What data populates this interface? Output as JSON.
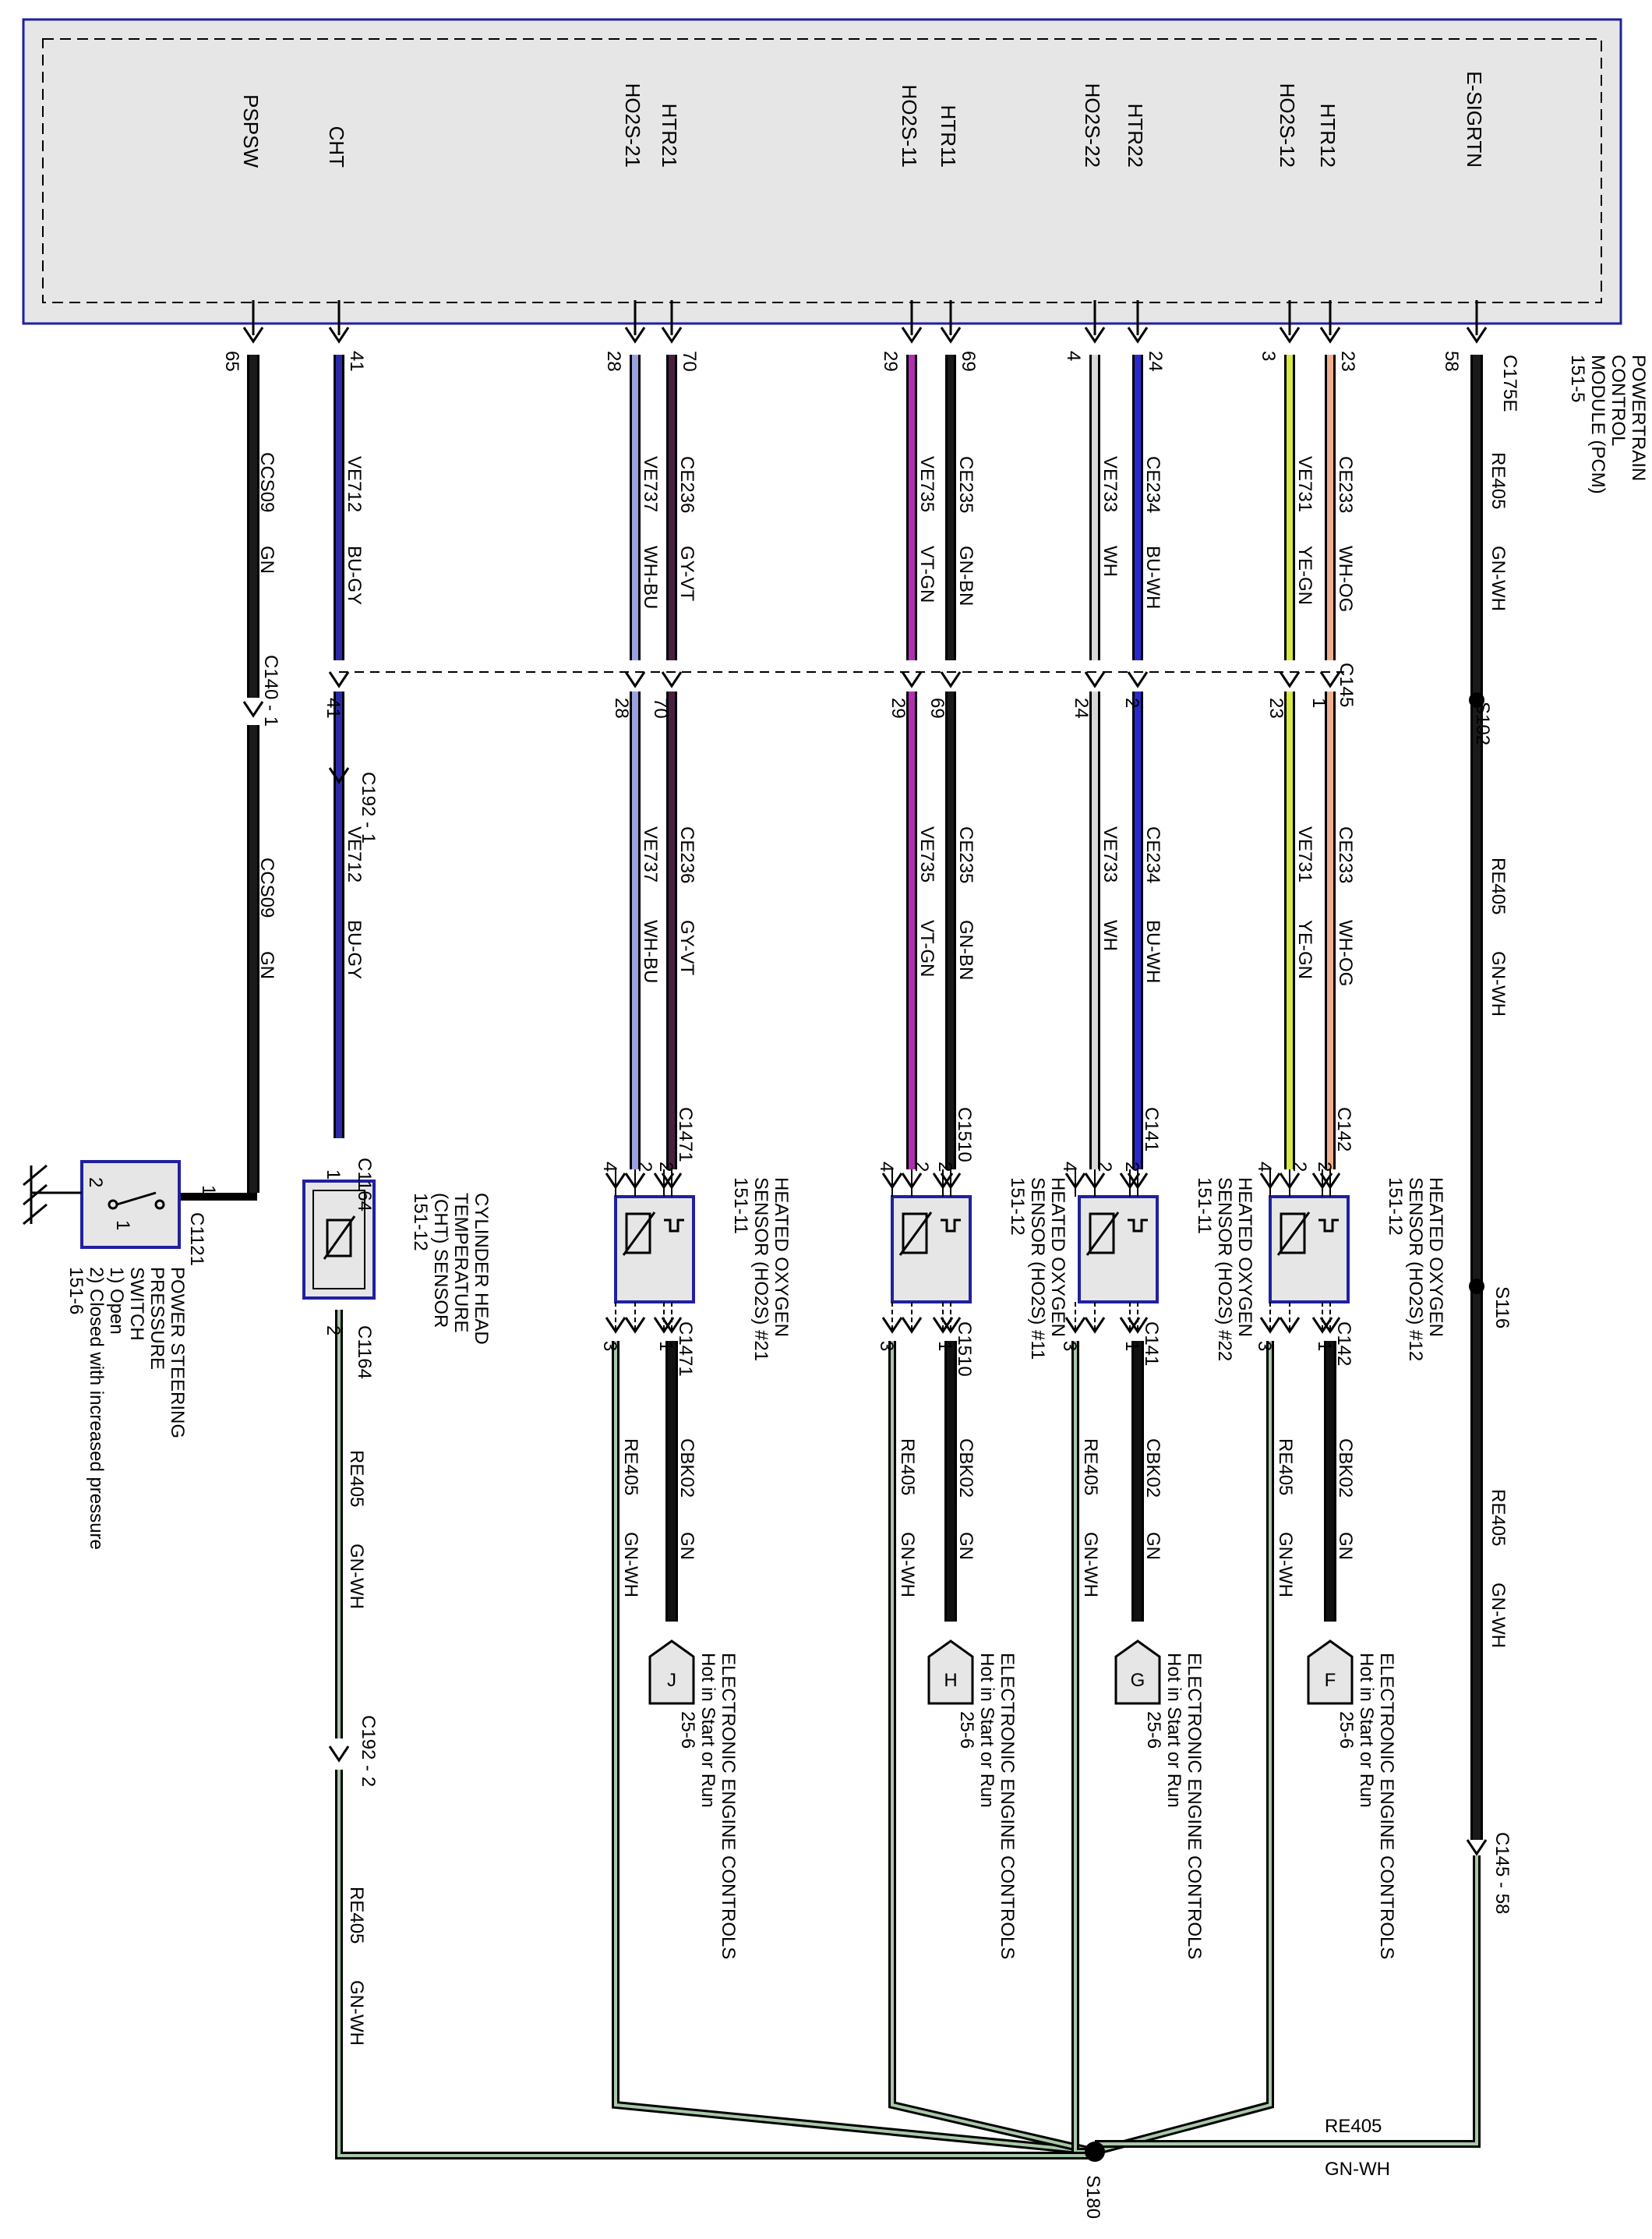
{
  "pcm": {
    "pins": [
      {
        "name": "PSPSW",
        "pin": "65"
      },
      {
        "name": "CHT",
        "pin": "41"
      },
      {
        "name": "HO2S-21",
        "pin": "28"
      },
      {
        "name": "HTR21",
        "pin": "70"
      },
      {
        "name": "HO2S-11",
        "pin": "29"
      },
      {
        "name": "HTR11",
        "pin": "69"
      },
      {
        "name": "HO2S-22",
        "pin": "4"
      },
      {
        "name": "HTR22",
        "pin": "24"
      },
      {
        "name": "HO2S-12",
        "pin": "3"
      },
      {
        "name": "HTR12",
        "pin": "23"
      },
      {
        "name": "E-SIGRTN",
        "pin": "58"
      }
    ],
    "label_lines": [
      "POWERTRAIN",
      "CONTROL",
      "MODULE (PCM)",
      "151-5"
    ],
    "connector": "C175E"
  },
  "wires_upper": [
    {
      "circuit": "CCS09",
      "color": "GN",
      "hex": "#1a1a1a"
    },
    {
      "circuit": "VE712",
      "color": "BU-GY",
      "hex": "#2a2aa8"
    },
    {
      "circuit": "VE737",
      "color": "WH-BU",
      "hex": "#9aa0e0"
    },
    {
      "circuit": "CE236",
      "color": "GY-VT",
      "hex": "#4a2040"
    },
    {
      "circuit": "VE735",
      "color": "VT-GN",
      "hex": "#b030b0"
    },
    {
      "circuit": "CE235",
      "color": "GN-BN",
      "hex": "#1a1a1a"
    },
    {
      "circuit": "VE733",
      "color": "WH",
      "hex": "#d8d8d8"
    },
    {
      "circuit": "CE234",
      "color": "BU-WH",
      "hex": "#2a2acc"
    },
    {
      "circuit": "VE731",
      "color": "YE-GN",
      "hex": "#d8e840"
    },
    {
      "circuit": "CE233",
      "color": "WH-OG",
      "hex": "#f0b090"
    },
    {
      "circuit": "RE405",
      "color": "GN-WH",
      "hex": "#1a1a1a"
    }
  ],
  "connectors": {
    "c140": "C140 - 1",
    "c145": "C145",
    "c192_1": "C192 - 1",
    "c192_2": "C192 - 2",
    "c145_58": "C145 - 58",
    "s102": "S102",
    "s116": "S116",
    "s180": "S180",
    "c1164": "C1164",
    "c1471": "C1471",
    "c1510": "C1510",
    "c141": "C141",
    "c142": "C142",
    "c1121": "C1121"
  },
  "pins_c145": [
    "41",
    "28",
    "70",
    "29",
    "69",
    "24",
    "2",
    "23",
    "1"
  ],
  "sensors": [
    {
      "id": "ps",
      "lines": [
        "POWER STEERING",
        "PRESSURE",
        "SWITCH",
        "1) Open",
        "2) Closed with increased pressure",
        "151-6"
      ]
    },
    {
      "id": "cht",
      "lines": [
        "CYLINDER HEAD",
        "TEMPERATURE",
        "(CHT) SENSOR",
        "151-12"
      ]
    },
    {
      "id": "ho2s21",
      "lines": [
        "HEATED OXYGEN",
        "SENSOR (HO2S) #21",
        "151-11"
      ]
    },
    {
      "id": "ho2s11",
      "lines": [
        "HEATED OXYGEN",
        "SENSOR (HO2S) #11",
        "151-12"
      ]
    },
    {
      "id": "ho2s22",
      "lines": [
        "HEATED OXYGEN",
        "SENSOR (HO2S) #22",
        "151-11"
      ]
    },
    {
      "id": "ho2s12",
      "lines": [
        "HEATED OXYGEN",
        "SENSOR (HO2S) #12",
        "151-12"
      ]
    }
  ],
  "pin_numbers": [
    "1",
    "2",
    "3",
    "4"
  ],
  "lower_wires": {
    "ground": "CBK02",
    "ground_color": "GN",
    "ret": "RE405",
    "ret_color": "GN-WH"
  },
  "engine_controls": {
    "title": "ELECTRONIC ENGINE CONTROLS",
    "sub": "Hot in Start or Run",
    "ref": "25-6",
    "letters": [
      "J",
      "H",
      "G",
      "F"
    ]
  }
}
